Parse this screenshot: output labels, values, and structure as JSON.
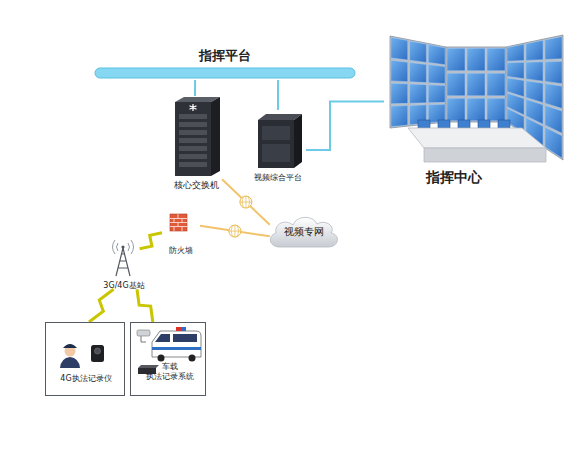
{
  "diagram": {
    "nodes": [
      {
        "text": [
          "指挥平台"
        ]
      },
      {
        "text": [
          "核心交换机"
        ]
      },
      {
        "text": [
          "视频综合平台"
        ]
      },
      {
        "text": [
          "指挥中心"
        ]
      },
      {
        "text": [
          "视频专网"
        ]
      },
      {
        "text": [
          "防火墙"
        ]
      },
      {
        "text": [
          "3G/4G基站"
        ]
      },
      {
        "text": [
          "4G执法记录仪"
        ]
      },
      {
        "text": [
          "车载 执法记录系统"
        ]
      }
    ],
    "edges": [
      {
        "from": 0,
        "to": 1,
        "arrow": "none"
      },
      {
        "from": 0,
        "to": 2,
        "arrow": "none"
      },
      {
        "from": 2,
        "to": 3,
        "arrow": "none"
      },
      {
        "from": 1,
        "to": 4,
        "arrow": "none"
      },
      {
        "from": 4,
        "to": 5,
        "arrow": "none"
      },
      {
        "from": 5,
        "to": 6,
        "arrow": "none"
      },
      {
        "from": 6,
        "to": 7,
        "arrow": "none"
      },
      {
        "from": 6,
        "to": 8,
        "arrow": "none"
      }
    ]
  }
}
